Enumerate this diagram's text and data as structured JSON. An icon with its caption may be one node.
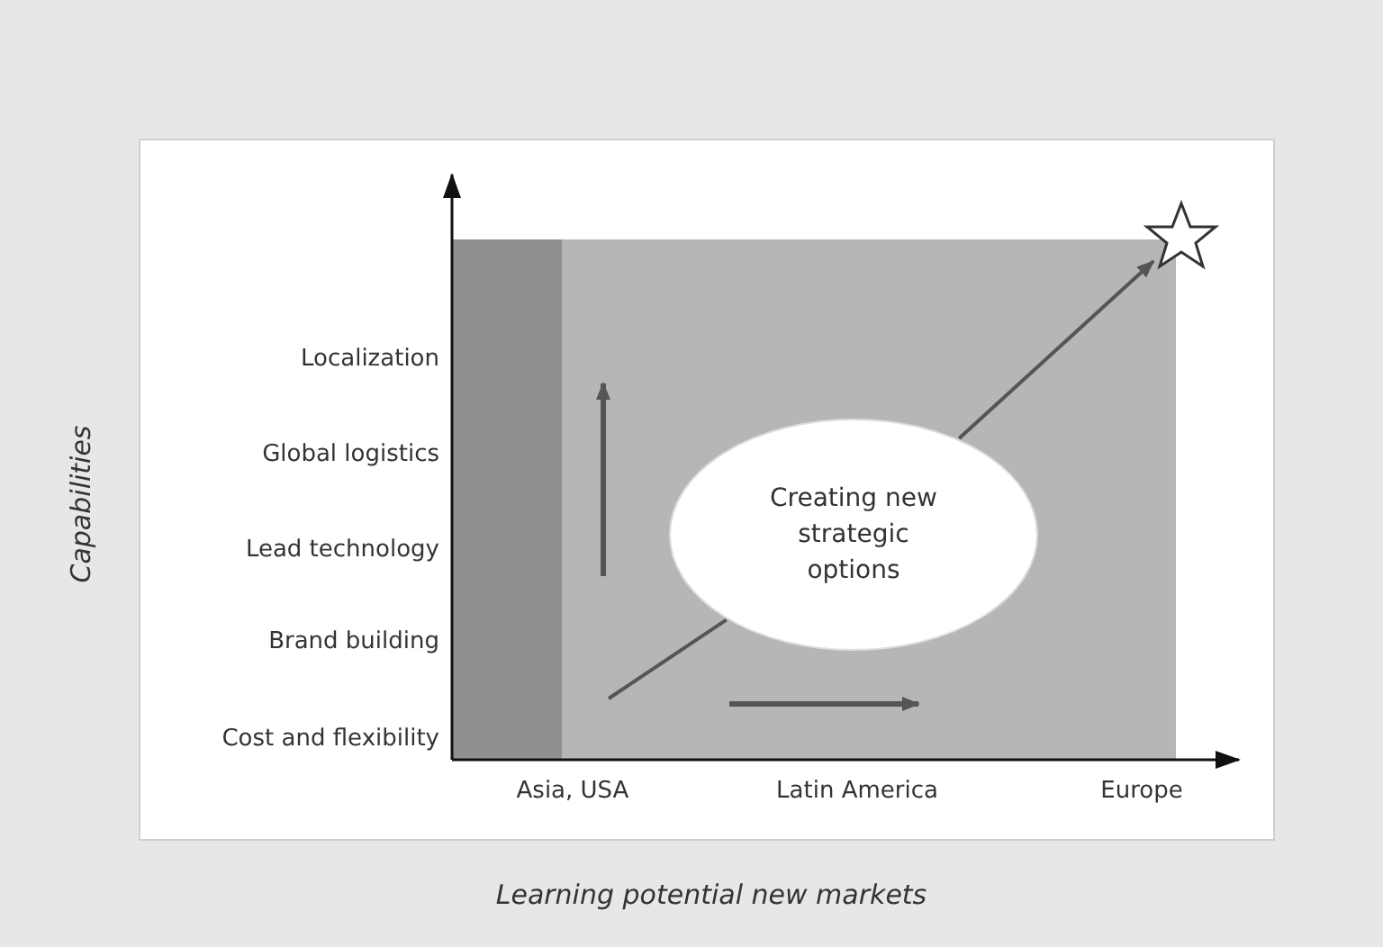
{
  "diagram": {
    "nodes": [
      {
        "text": [
          "Creating new strategic options"
        ]
      },
      {
        "text": [],
        "shape": "star"
      }
    ],
    "edges": [
      {
        "from": null,
        "to": 0,
        "arrow": "none"
      },
      {
        "from": 0,
        "to": 1,
        "arrow": "to"
      }
    ],
    "labels": [
      "Localization",
      "Global logistics",
      "Lead technology",
      "Brand building",
      "Cost and flexibility",
      "Asia, USA",
      "Latin America",
      "Europe",
      "Capabilities",
      "Learning potential new markets"
    ]
  }
}
